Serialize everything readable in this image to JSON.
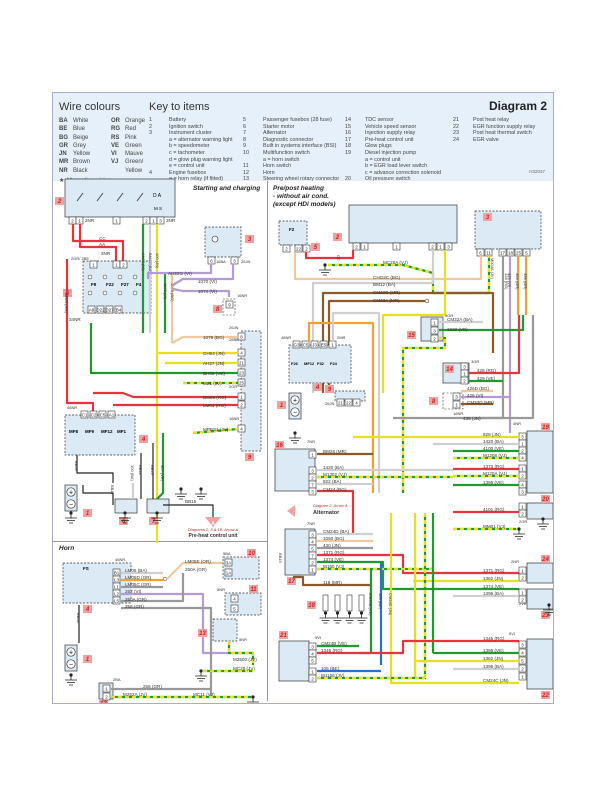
{
  "header": {
    "wire_colours_title": "Wire colours",
    "key_title": "Key to items",
    "diagram_title": "Diagram 2",
    "ref_code": "H32037",
    "wire_colours": [
      {
        "code": "BA",
        "name": "White",
        "code2": "OR",
        "name2": "Orange"
      },
      {
        "code": "BE",
        "name": "Blue",
        "code2": "RG",
        "name2": "Red"
      },
      {
        "code": "BG",
        "name": "Beige",
        "code2": "RS",
        "name2": "Pink"
      },
      {
        "code": "GR",
        "name": "Grey",
        "code2": "VE",
        "name2": "Green"
      },
      {
        "code": "JN",
        "name": "Yellow",
        "code2": "VI",
        "name2": "Mauve"
      },
      {
        "code": "MR",
        "name": "Brown",
        "code2": "VJ",
        "name2": "Green/"
      },
      {
        "code": "NR",
        "name": "Black",
        "code2": "",
        "name2": "Yellow"
      }
    ],
    "alt_wiring_note": "★  Alternative wiring",
    "key_items_col1": [
      {
        "n": "1",
        "t": "Battery"
      },
      {
        "n": "2",
        "t": "Ignition switch"
      },
      {
        "n": "3",
        "t": "Instrument cluster"
      },
      {
        "n": "",
        "t": "a  =  alternator warning light"
      },
      {
        "n": "",
        "t": "b  =  speedometer"
      },
      {
        "n": "",
        "t": "c  =  tachometer"
      },
      {
        "n": "",
        "t": "d  =  glow plug warning light"
      },
      {
        "n": "",
        "t": "e  =  control unit"
      },
      {
        "n": "4",
        "t": "Engine fusebox"
      },
      {
        "n": "",
        "t": "a  =  horn relay (if fitted)"
      }
    ],
    "key_items_col2": [
      {
        "n": "5",
        "t": "Passenger fusebox (28 fuse)"
      },
      {
        "n": "6",
        "t": "Starter motor"
      },
      {
        "n": "7",
        "t": "Alternator"
      },
      {
        "n": "8",
        "t": "Diagnostic connector"
      },
      {
        "n": "9",
        "t": "Built in systems interface (BSI)"
      },
      {
        "n": "10",
        "t": "Multifunction switch"
      },
      {
        "n": "",
        "t": "a  =  horn switch"
      },
      {
        "n": "11",
        "t": "Horn switch"
      },
      {
        "n": "12",
        "t": "Horn"
      },
      {
        "n": "13",
        "t": "Steering wheel rotary connector"
      }
    ],
    "key_items_col3": [
      {
        "n": "14",
        "t": "TDC sensor"
      },
      {
        "n": "15",
        "t": "Vehicle speed sensor"
      },
      {
        "n": "16",
        "t": "Injection supply relay"
      },
      {
        "n": "17",
        "t": "Pre-heat control unit"
      },
      {
        "n": "18",
        "t": "Glow plugs"
      },
      {
        "n": "19",
        "t": "Diesel injection pump"
      },
      {
        "n": "",
        "t": "a  =  control unit"
      },
      {
        "n": "",
        "t": "b  =  EGR load lever switch"
      },
      {
        "n": "",
        "t": "c  =  advance correction solenoid"
      },
      {
        "n": "20",
        "t": "Oil pressure switch"
      }
    ],
    "key_items_col4": [
      {
        "n": "21",
        "t": "Post heat relay"
      },
      {
        "n": "22",
        "t": "EGR function supply relay"
      },
      {
        "n": "23",
        "t": "Post heat thermal switch"
      },
      {
        "n": "24",
        "t": "EGR valve"
      }
    ]
  },
  "sections": {
    "starting": "Starting and charging",
    "preheat": [
      "Pre/post heating",
      "- without air cond.",
      "(except HDi models)"
    ],
    "horn": "Horn",
    "arrow_ref_left": "Diagrams 2, 3 & 18, Arrow A",
    "preheat_unit": "Pre-heat control unit",
    "arrow_ref_right": "Diagram 2, Arrow A",
    "alternator": "Alternator"
  },
  "colors": {
    "RG": "#e8323c",
    "VE": "#1f9a2e",
    "JN": "#e8e01c",
    "BA": "#cfcfcf",
    "VI": "#b49ad6",
    "OR": "#f2a030",
    "BG": "#f0c8a0",
    "MR": "#8a5a2a",
    "BE": "#2a6fd6",
    "NR": "#222222",
    "GR": "#999999",
    "VJ_g": "#1f9a2e",
    "VJ_y": "#e8e01c",
    "item_badge": "#f4a0a0",
    "item_text": "#c0282a",
    "box_fill": "#dceaf6"
  },
  "left_labels": {
    "cc": "CC",
    "aa": "AA",
    "ah22g": "AH22G (VI)",
    "l1070": "1070 (VI)",
    "l1074": "1074 (VI)",
    "l1076": "1076 (BG)",
    "ch04": "CH04 (JN)",
    "ah27": "AH27 (JN)",
    "bh09": "BH09 (VE)",
    "ml1": "ML1 (JV)",
    "bm09": "BM09 (RG)",
    "lm01": "LM01 (RG)",
    "mpbs1": "MPBS1 (JV)",
    "bb15": "BB15",
    "nr2": "2NR",
    "nr3": "3NR",
    "gr2be": "2GR/ 2BE",
    "nr34": "34NR",
    "nr46": "46NR",
    "jn26": "26JN",
    "be26": "26BE",
    "gr2": "2GR",
    "nr16": "16NR",
    "ba16": "16BA",
    "jn26b": "26JN",
    "v1": "BH09 (RG)",
    "v2": "AH22 (VI)",
    "v3": "BM12 (BA)",
    "v4": "100 (JN)",
    "v5": "1072 (VI)",
    "v6": "1076 (BG)",
    "v7": "BB28",
    "v8": "BB17",
    "v9": "100 (BA)",
    "v10": "BB18",
    "v11": "BB29",
    "v12": "107 (VE)"
  },
  "horn_labels": {
    "nr46": "46NR",
    "lm05": "LM05 (BA)",
    "lm05d": "LM05D (OR)",
    "lm05c": "LM05C (GR)",
    "l252": "252 (VI)",
    "l250a": "250A (GR)",
    "l256": "256 (GR)",
    "lm05e": "LM05E (OR)",
    "l250a2": "250A (GR)",
    "ba5": "5BA",
    "nr5": "5NR",
    "nr5b": "5NR",
    "m2500": "M2500 (JV)",
    "mc20": "MC20 (JV)",
    "ba2": "2BA",
    "l256b": "256 (GR)",
    "m252a": "M252A (JV)",
    "mc11": "MC11 (VJ)",
    "bb28": "BB28",
    "fs": "FS"
  },
  "right_labels": {
    "cc": "CC",
    "mc20a": "MC20A (VJ)",
    "ch02c": "CHO2C (BG)",
    "bm12": "BM12 (BA)",
    "cm32d": "CM32D (MR)",
    "cm32a": "CM32A (MR)",
    "m004a": "M004A (JV)",
    "l428": "428 (RG)",
    "l429": "429 (VI)",
    "l465": "465 (OR)",
    "l435": "435 (OR)",
    "gr3": "3GR",
    "cm32a2": "CM32A (BA)",
    "l1622": "1622 (VE)",
    "gr3b": "3GR",
    "l428b": "428 (RG)",
    "l429b": "429 (VE)",
    "l426d": "426D (BG)",
    "l426": "426 (VI)",
    "cm32d2": "CM32D (MR)",
    "nr16": "16NR",
    "l435b": "435 (JN)",
    "nr46": "46NR",
    "mr2": "2MR",
    "jn26": "26JN",
    "nr4": "4NR",
    "l828": "828 (JN)",
    "l1420": "1420 (BA)",
    "l4100": "4100 (VE)",
    "m1208": "M1208 (VJ)",
    "l1373": "1373 (RG)",
    "m120a": "M120A (VJ)",
    "l1395": "1395 (VE)",
    "be4": "4BE",
    "nr7": "7NR",
    "bm26": "BM26 (MR)",
    "l1420b": "1420 (BA)",
    "m1302": "M1302 (VJ)",
    "l822": "822 (BA)",
    "cm24": "CM24 (RG)",
    "l4101": "4101 (RG)",
    "gr2": "2GR",
    "mm01": "MM01 (VJ)",
    "nr7b": "7NR",
    "cm24d": "CM24D (BA)",
    "l1050": "1050 (BG)",
    "l430": "430 (JN)",
    "l1371": "1371 (RG)",
    "l1374": "1374 (VE)",
    "m150": "M150 (VJ)",
    "l118": "118 (MR)",
    "nr2": "2NR",
    "l1371b": "1371 (RG)",
    "l1362": "1362 (JN)",
    "l1374b": "1374 (VE)",
    "l1396": "1396 (BA)",
    "ve2": "2VE",
    "vi5": "5VI",
    "cm24b": "CM24B (VE)",
    "l1345": "1345 (RG)",
    "l105": "105 (BE)",
    "m1156": "M1156 (JV)",
    "vi5b": "5VI",
    "l1345b": "1345 (RG)",
    "l1395b": "1395 (VE)",
    "l1362b": "1362 (JN)",
    "l1396b": "1396 (BA)",
    "cm24c": "CM24C (JN)",
    "bb15": "BB15"
  },
  "items": {
    "i1": "1",
    "i2": "2",
    "i3": "3",
    "i4": "4",
    "i5": "5",
    "i6": "6",
    "i7": "7",
    "i8": "8",
    "i9": "9",
    "i10": "10",
    "i11": "11",
    "i12": "12",
    "i13": "13",
    "i14": "14",
    "i15": "15",
    "i16": "16",
    "i17": "17",
    "i18": "18",
    "i19": "19",
    "i20": "20",
    "i21": "21",
    "i22": "22",
    "i23": "23",
    "i24": "24",
    "arrow": "A"
  }
}
